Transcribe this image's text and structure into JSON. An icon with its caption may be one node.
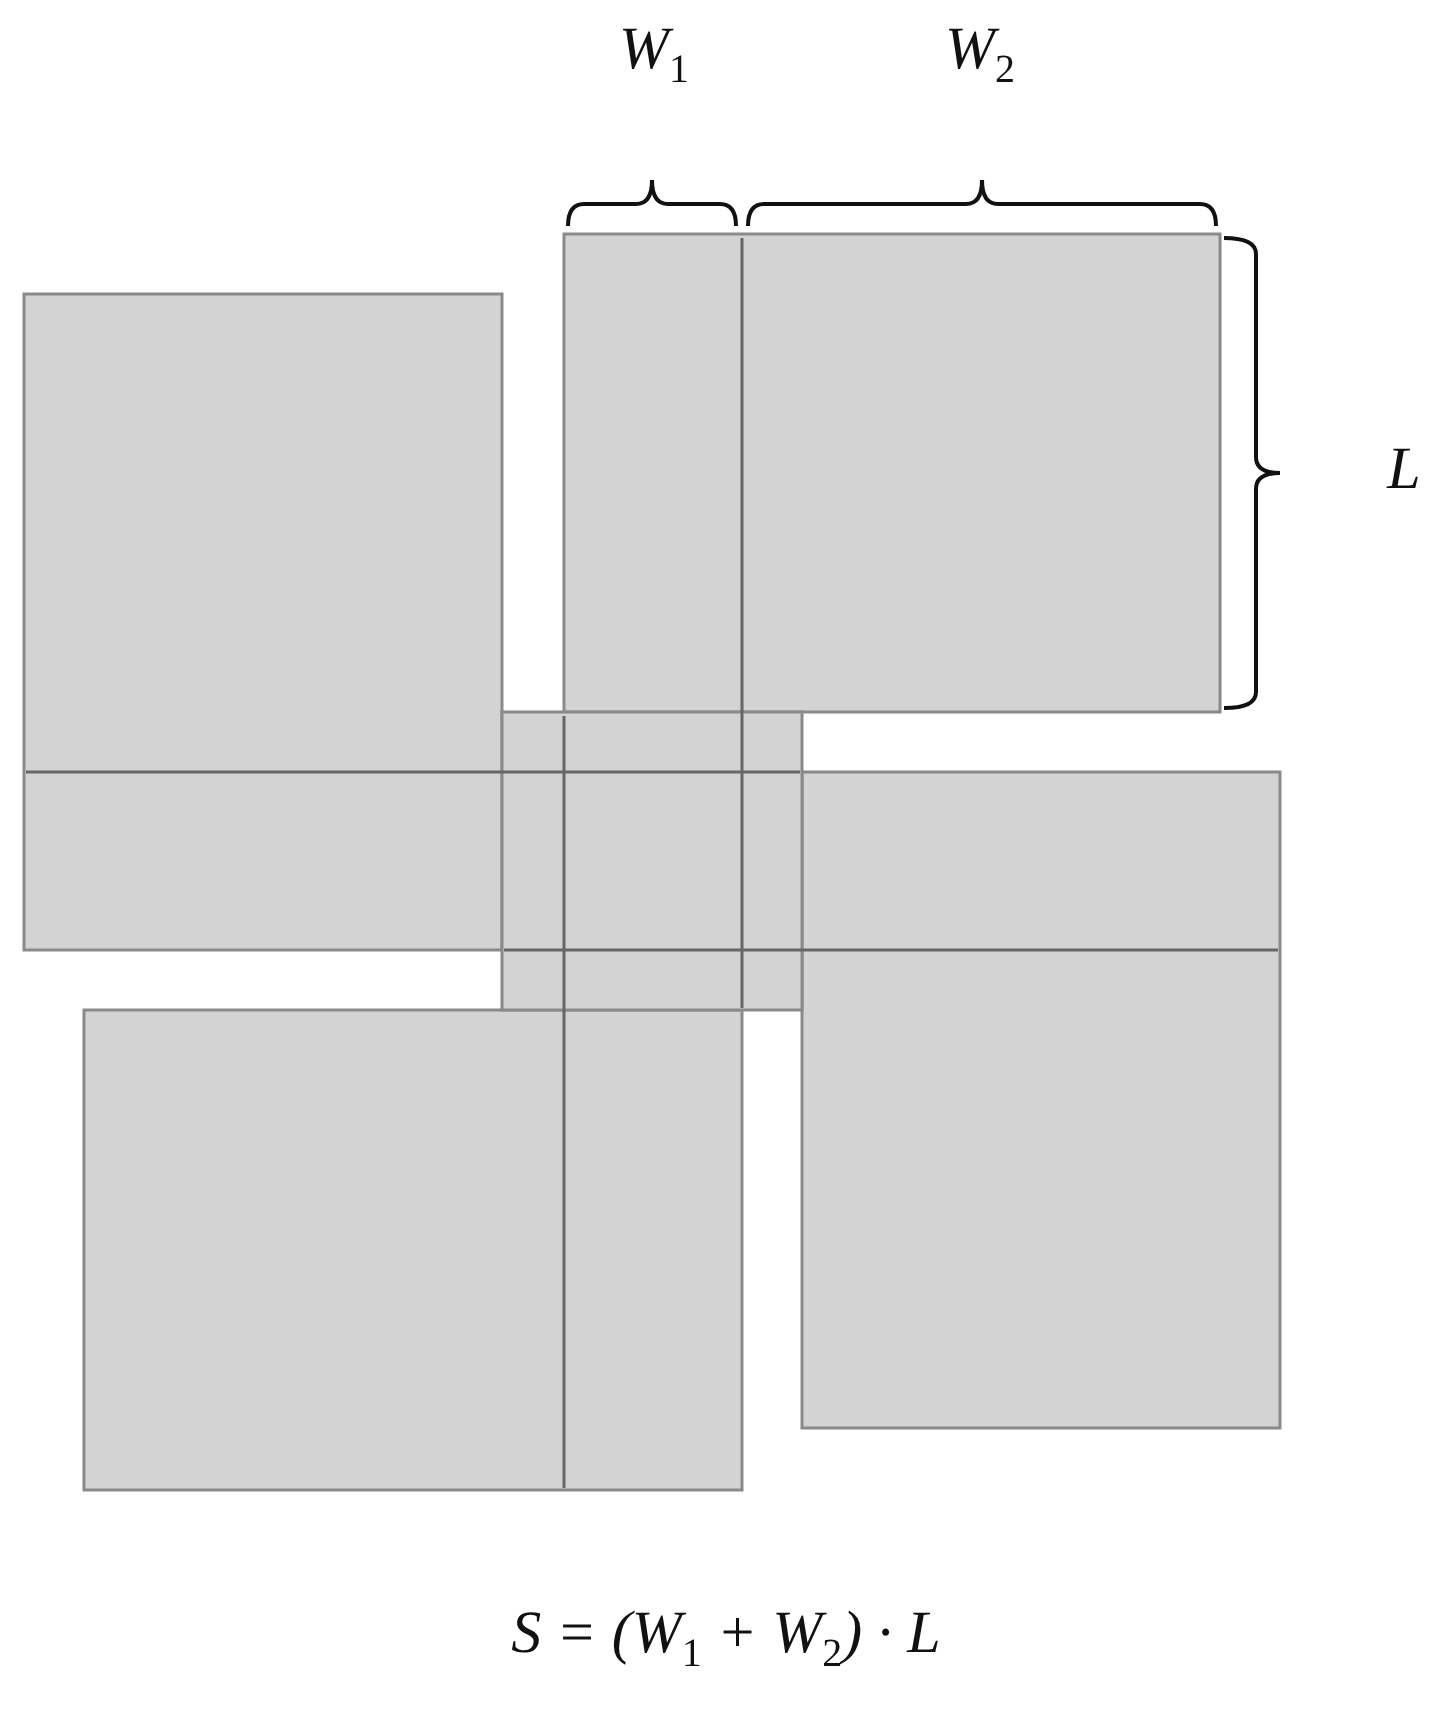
{
  "diagram": {
    "labels": [
      "W$_{1}$",
      "W$_{2}$",
      "L",
      "S = (W$_{1}$ + W$_{2}$) · L"
    ]
  }
}
